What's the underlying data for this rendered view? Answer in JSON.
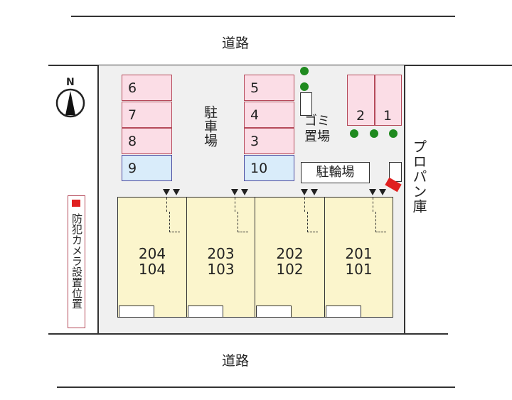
{
  "roads": {
    "top": "道路",
    "bottom": "道路"
  },
  "compass": {
    "label": "N"
  },
  "parking": {
    "label": "駐車場",
    "left_column": [
      {
        "no": "6",
        "type": "pink"
      },
      {
        "no": "7",
        "type": "pink"
      },
      {
        "no": "8",
        "type": "pink"
      },
      {
        "no": "9",
        "type": "blue"
      }
    ],
    "right_column": [
      {
        "no": "5",
        "type": "pink"
      },
      {
        "no": "4",
        "type": "pink"
      },
      {
        "no": "3",
        "type": "pink"
      },
      {
        "no": "10",
        "type": "blue"
      }
    ],
    "top_right": [
      {
        "no": "2"
      },
      {
        "no": "1"
      }
    ]
  },
  "garbage": {
    "label": "ゴミ置場"
  },
  "bicycle": {
    "label": "駐輪場"
  },
  "propane": {
    "label": "プロパン庫"
  },
  "camera_legend": {
    "label": "防犯カメラ設置位置"
  },
  "units": [
    {
      "upper": "204",
      "lower": "104"
    },
    {
      "upper": "203",
      "lower": "103"
    },
    {
      "upper": "202",
      "lower": "102"
    },
    {
      "upper": "201",
      "lower": "101"
    }
  ],
  "colors": {
    "parking_pink": "#fbdde6",
    "parking_blue": "#d9ecfa",
    "building": "#fbf5cc",
    "tree": "#1f8a1f",
    "camera": "#e02020"
  }
}
